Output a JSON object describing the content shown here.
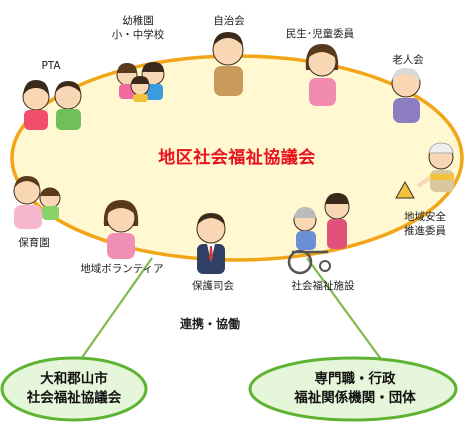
{
  "center_title": "地区社会福祉協議会",
  "relation_label": "連携・協働",
  "members": [
    {
      "id": "pta",
      "label": "PTA"
    },
    {
      "id": "school",
      "label_line1": "幼稚園",
      "label_line2": "小・中学校"
    },
    {
      "id": "jichikai",
      "label": "自治会"
    },
    {
      "id": "minsei",
      "label": "民生･児童委員"
    },
    {
      "id": "rojinkai",
      "label": "老人会"
    },
    {
      "id": "anzen",
      "label_line1": "地域安全",
      "label_line2": "推進委員"
    },
    {
      "id": "shisetsu",
      "label": "社会福祉施設"
    },
    {
      "id": "hogoshi",
      "label": "保護司会"
    },
    {
      "id": "volunteer",
      "label": "地域ボランティア"
    },
    {
      "id": "hoikuen",
      "label": "保育園"
    }
  ],
  "partners": [
    {
      "id": "city",
      "line1": "大和郡山市",
      "line2": "社会福祉協議会"
    },
    {
      "id": "pro",
      "line1": "専門職・行政",
      "line2": "福祉関係機関・団体"
    }
  ],
  "colors": {
    "ring_fill": "#fff8d0",
    "ring_stroke": "#f2a516",
    "title": "#e8111c",
    "bubble_fill": "#e6f6da",
    "bubble_stroke": "#5fb333",
    "connector": "#7fba4e"
  }
}
